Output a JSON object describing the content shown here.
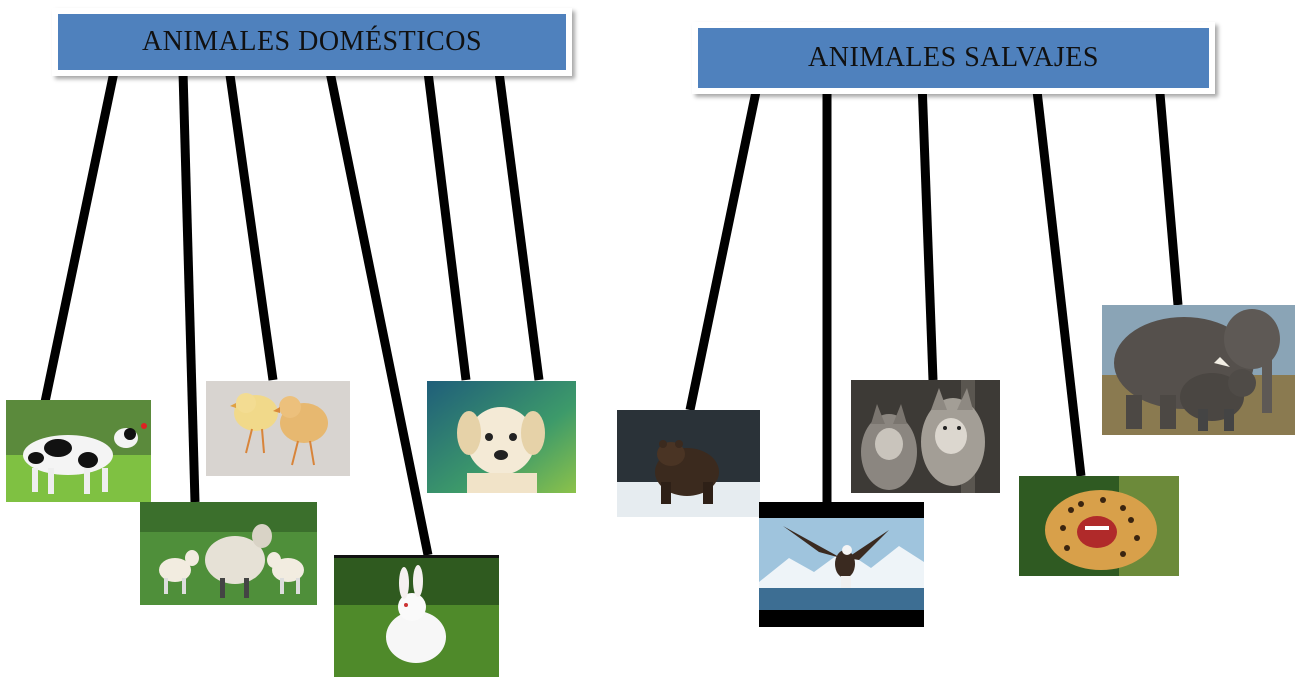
{
  "groups": {
    "domestic": {
      "title": "ANIMALES DOMÉSTICOS",
      "animals": [
        "cow",
        "sheep",
        "chicks",
        "rabbit",
        "puppy"
      ]
    },
    "wild": {
      "title": "ANIMALES SALVAJES",
      "animals": [
        "bear",
        "eagle",
        "wolves",
        "leopard",
        "elephants"
      ]
    }
  },
  "colors": {
    "title_fill": "#4f81bd",
    "connector": "#000000"
  }
}
